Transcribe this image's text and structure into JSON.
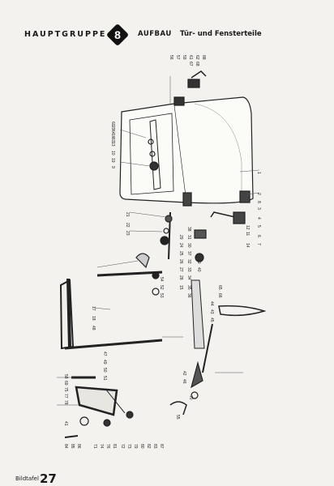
{
  "header": {
    "group_label": "HAUPTGRUPPE",
    "group_number": "8",
    "section": "AUFBAU",
    "subtitle": "Tür- und Fensterteile"
  },
  "footer": {
    "label": "Bildtafel",
    "page": "27"
  },
  "callouts": [
    "1",
    "2",
    "3",
    "4",
    "5",
    "6",
    "7",
    "8",
    "9",
    "10",
    "11",
    "12",
    "13",
    "14",
    "15",
    "16",
    "17",
    "18",
    "19",
    "20",
    "21",
    "22",
    "23",
    "24",
    "25",
    "26",
    "27",
    "28",
    "29",
    "30",
    "31",
    "32",
    "33",
    "34",
    "35",
    "36",
    "37",
    "38",
    "39",
    "40",
    "41",
    "42",
    "43",
    "44",
    "45",
    "46",
    "47",
    "48",
    "49",
    "50",
    "51",
    "52",
    "53",
    "54",
    "55",
    "56",
    "57",
    "58",
    "59",
    "60",
    "61",
    "62",
    "63",
    "64",
    "65",
    "66",
    "67",
    "68",
    "69",
    "70",
    "71",
    "72",
    "73",
    "74",
    "75",
    "76",
    "77",
    "78",
    "79",
    "80",
    "81",
    "82",
    "83",
    "84",
    "85",
    "86",
    "87",
    "88"
  ]
}
